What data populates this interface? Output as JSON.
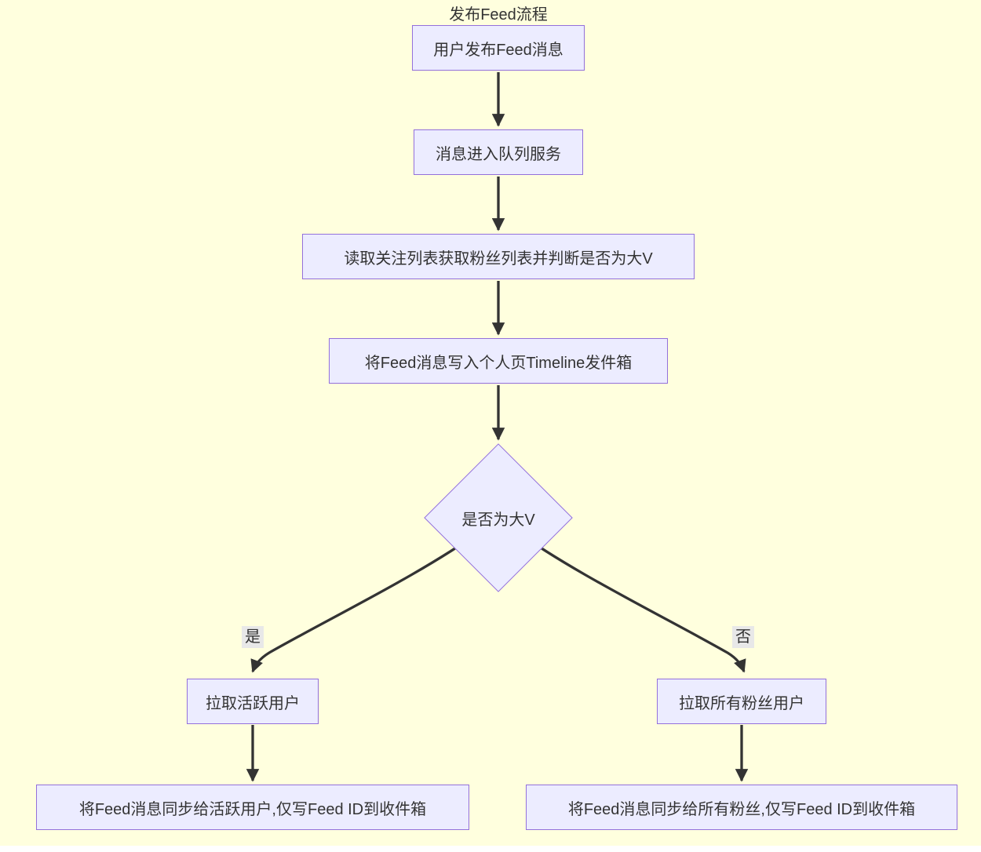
{
  "diagram": {
    "title": "发布Feed流程",
    "type": "flowchart",
    "colors": {
      "background": "#ffffde",
      "node_fill": "#ECECFF",
      "node_border": "#9370DB",
      "text": "#333333",
      "edge": "#333333",
      "edge_label_background": "#e8e8e8"
    },
    "nodes": [
      {
        "id": "publish",
        "shape": "rect",
        "label": "用户发布Feed消息"
      },
      {
        "id": "queue",
        "shape": "rect",
        "label": "消息进入队列服务"
      },
      {
        "id": "read-list",
        "shape": "rect",
        "label": "读取关注列表获取粉丝列表并判断是否为大V"
      },
      {
        "id": "timeline",
        "shape": "rect",
        "label": "将Feed消息写入个人页Timeline发件箱"
      },
      {
        "id": "is-big-v",
        "shape": "diamond",
        "label": "是否为大V"
      },
      {
        "id": "pull-active",
        "shape": "rect",
        "label": "拉取活跃用户"
      },
      {
        "id": "pull-all",
        "shape": "rect",
        "label": "拉取所有粉丝用户"
      },
      {
        "id": "sync-active",
        "shape": "rect",
        "label": "将Feed消息同步给活跃用户,仅写Feed ID到收件箱"
      },
      {
        "id": "sync-all",
        "shape": "rect",
        "label": "将Feed消息同步给所有粉丝,仅写Feed ID到收件箱"
      }
    ],
    "edges": [
      {
        "from": "publish",
        "to": "queue",
        "label": ""
      },
      {
        "from": "queue",
        "to": "read-list",
        "label": ""
      },
      {
        "from": "read-list",
        "to": "timeline",
        "label": ""
      },
      {
        "from": "timeline",
        "to": "is-big-v",
        "label": ""
      },
      {
        "from": "is-big-v",
        "to": "pull-active",
        "label": "是"
      },
      {
        "from": "is-big-v",
        "to": "pull-all",
        "label": "否"
      },
      {
        "from": "pull-active",
        "to": "sync-active",
        "label": ""
      },
      {
        "from": "pull-all",
        "to": "sync-all",
        "label": ""
      }
    ],
    "edge_labels": {
      "yes": "是",
      "no": "否"
    }
  }
}
